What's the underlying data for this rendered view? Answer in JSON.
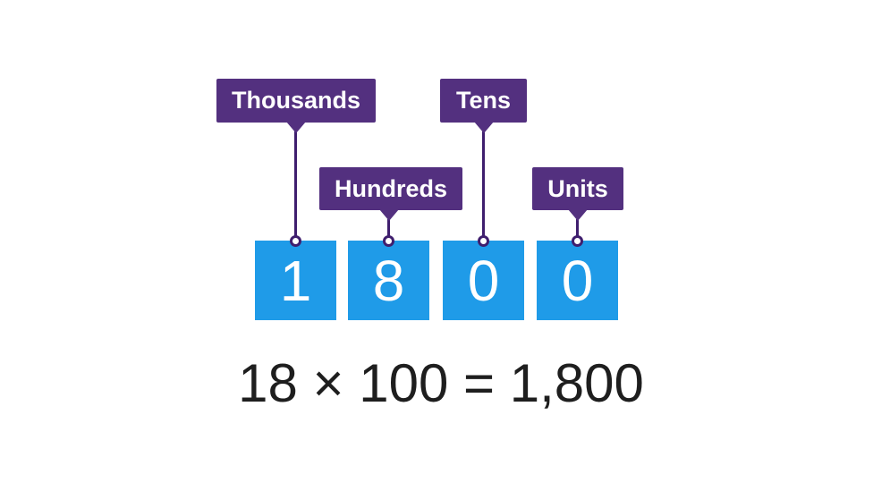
{
  "colors": {
    "purple": "#53307F",
    "stroke_purple": "#3F1E6E",
    "blue": "#1F9BE8",
    "ink": "#1E1E1E",
    "white": "#FFFFFF"
  },
  "callouts": [
    {
      "label": "Thousands"
    },
    {
      "label": "Hundreds"
    },
    {
      "label": "Tens"
    },
    {
      "label": "Units"
    }
  ],
  "digits": [
    "1",
    "8",
    "0",
    "0"
  ],
  "equation": "18 × 100 = 1,800"
}
